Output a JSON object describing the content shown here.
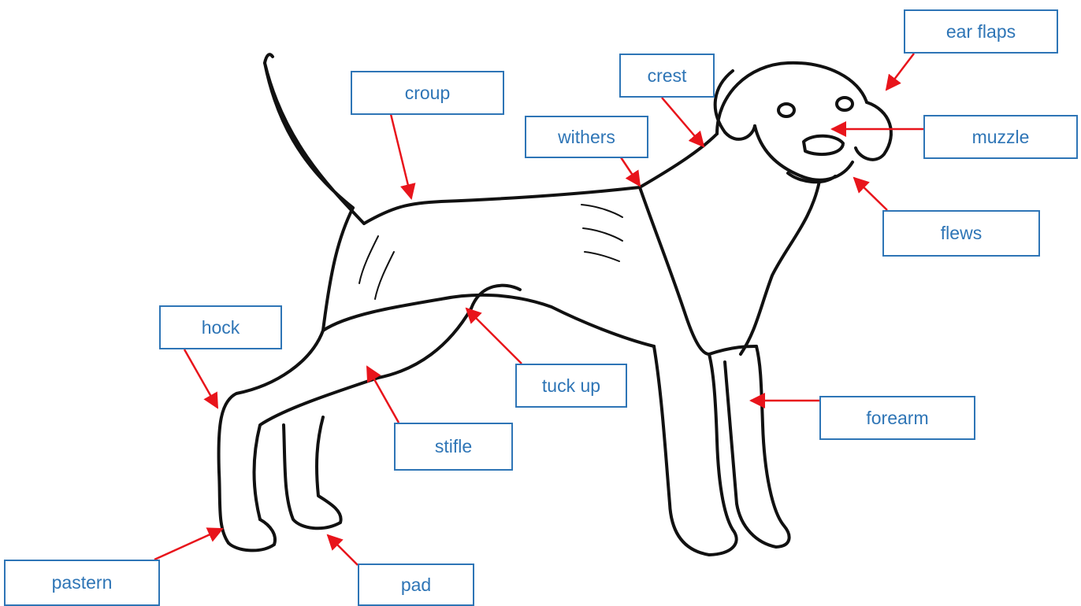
{
  "labels": {
    "ear_flaps": "ear flaps",
    "crest": "crest",
    "croup": "croup",
    "withers": "withers",
    "muzzle": "muzzle",
    "flews": "flews",
    "hock": "hock",
    "tuck_up": "tuck up",
    "forearm": "forearm",
    "stifle": "stifle",
    "pastern": "pastern",
    "pad": "pad"
  },
  "colors": {
    "label_text": "#2e75b6",
    "label_border": "#2e75b6",
    "arrow": "#e8141b",
    "outline": "#111111"
  }
}
